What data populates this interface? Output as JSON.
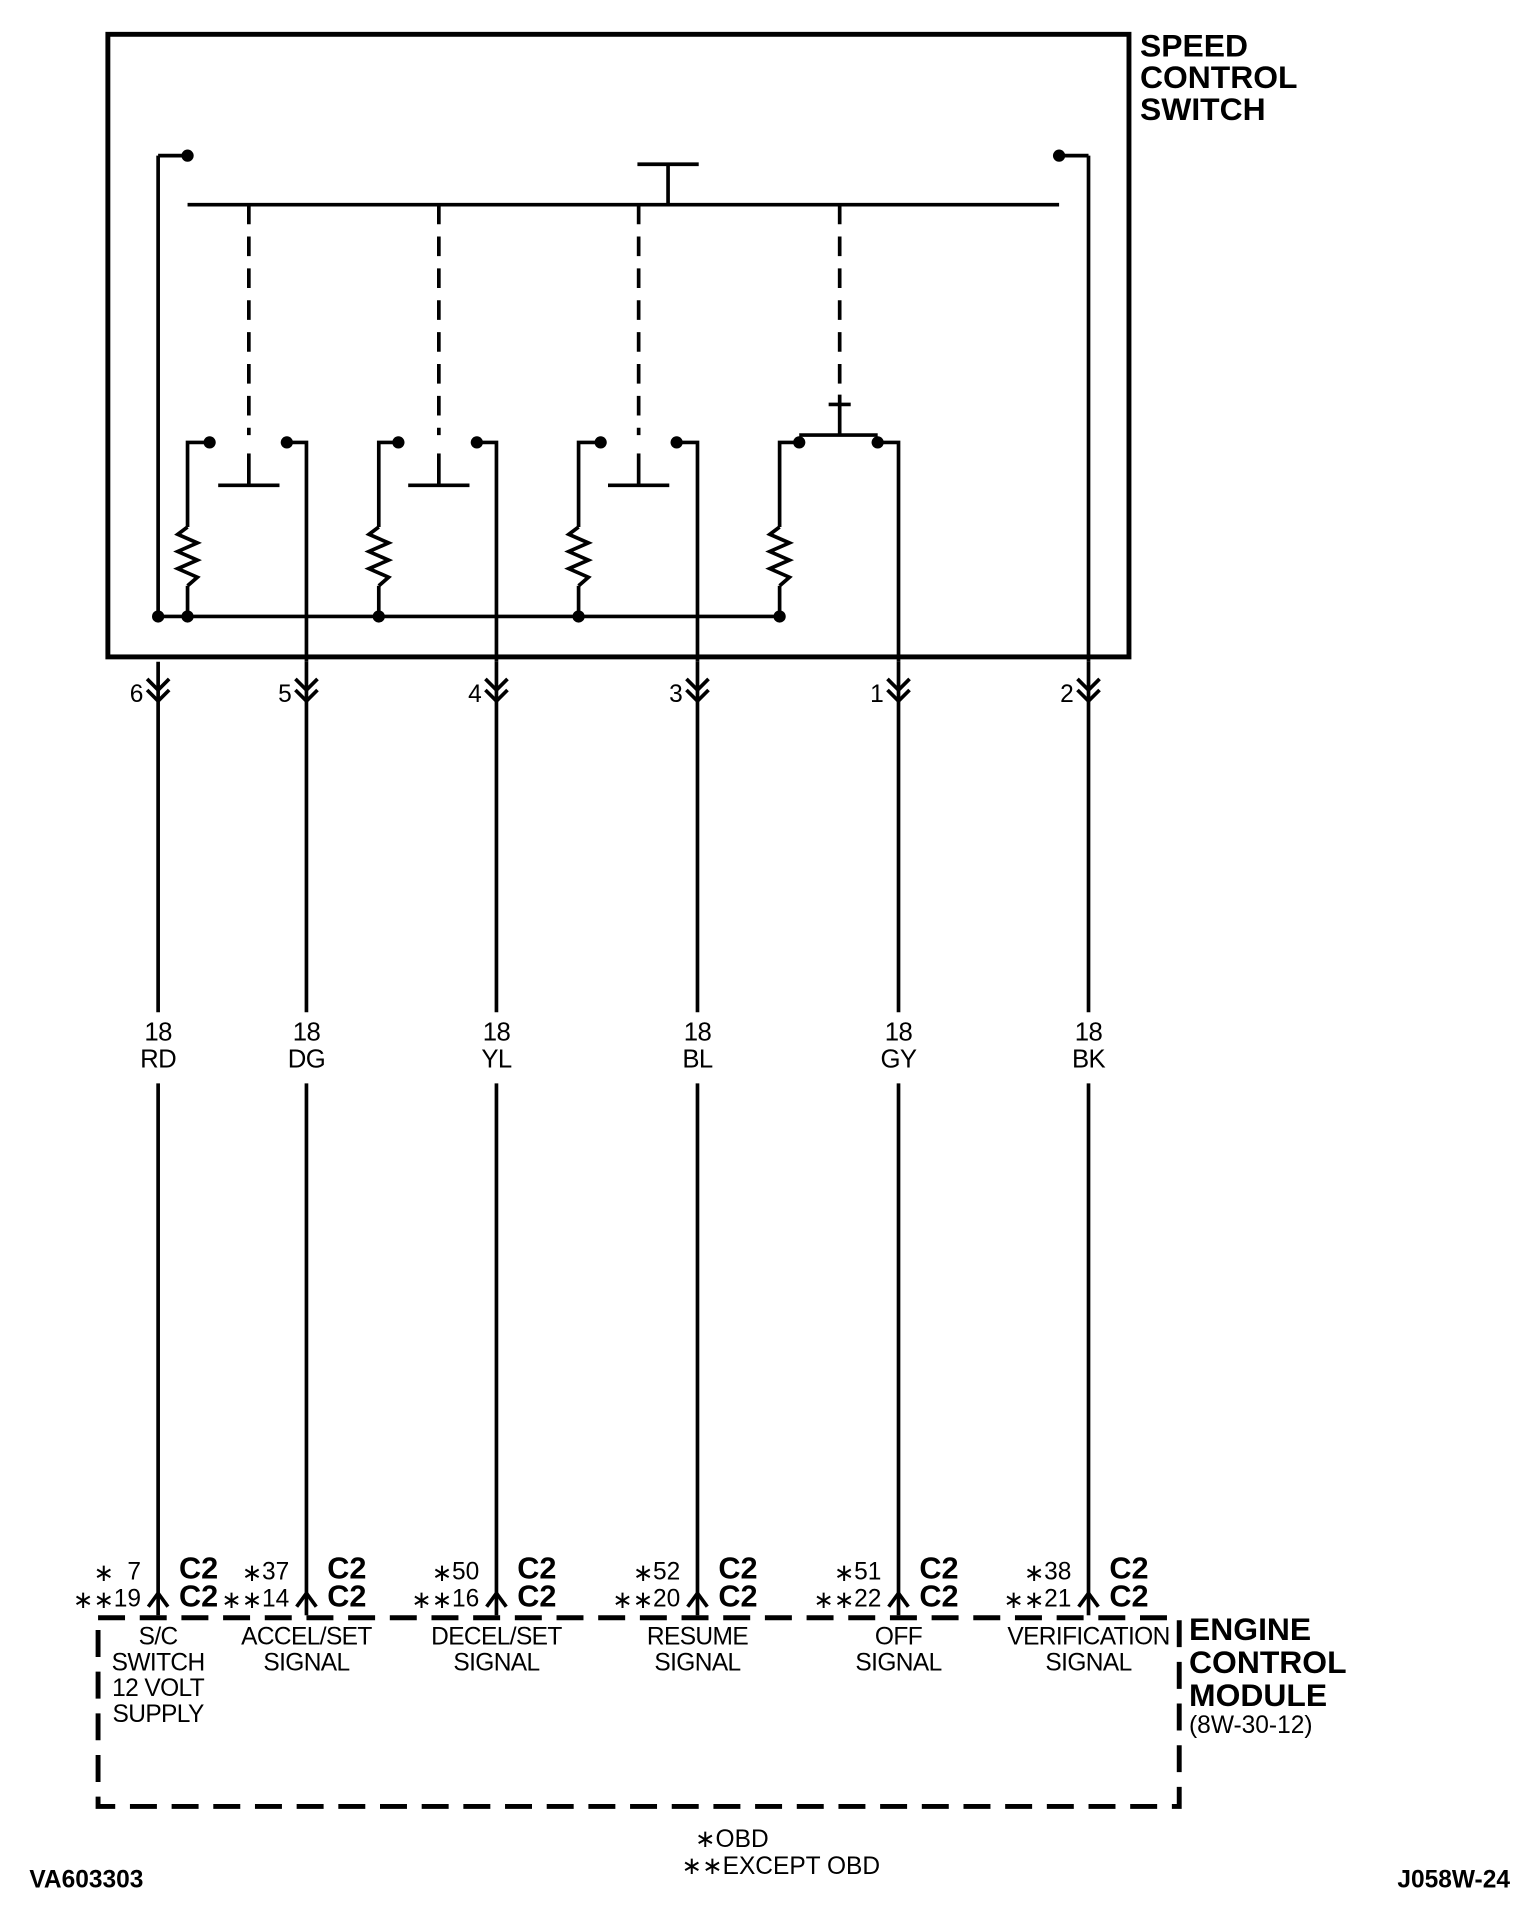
{
  "speed_control_switch": {
    "title_lines": [
      "SPEED",
      "CONTROL",
      "SWITCH"
    ]
  },
  "engine_control_module": {
    "title_lines": [
      "ENGINE",
      "CONTROL",
      "MODULE"
    ],
    "reference": "(8W-30-12)"
  },
  "circuits": [
    {
      "switch_pin": "6",
      "gauge": "18",
      "color": "RD",
      "obd_pin": "7",
      "except_obd_pin": "19",
      "connector_obd": "C2",
      "connector_except_obd": "C2",
      "signal_lines": [
        "S/C",
        "SWITCH",
        "12 VOLT",
        "SUPPLY"
      ]
    },
    {
      "switch_pin": "5",
      "gauge": "18",
      "color": "DG",
      "obd_pin": "37",
      "except_obd_pin": "14",
      "connector_obd": "C2",
      "connector_except_obd": "C2",
      "signal_lines": [
        "ACCEL/SET",
        "SIGNAL"
      ]
    },
    {
      "switch_pin": "4",
      "gauge": "18",
      "color": "YL",
      "obd_pin": "50",
      "except_obd_pin": "16",
      "connector_obd": "C2",
      "connector_except_obd": "C2",
      "signal_lines": [
        "DECEL/SET",
        "SIGNAL"
      ]
    },
    {
      "switch_pin": "3",
      "gauge": "18",
      "color": "BL",
      "obd_pin": "52",
      "except_obd_pin": "20",
      "connector_obd": "C2",
      "connector_except_obd": "C2",
      "signal_lines": [
        "RESUME",
        "SIGNAL"
      ]
    },
    {
      "switch_pin": "1",
      "gauge": "18",
      "color": "GY",
      "obd_pin": "51",
      "except_obd_pin": "22",
      "connector_obd": "C2",
      "connector_except_obd": "C2",
      "signal_lines": [
        "OFF",
        "SIGNAL"
      ]
    },
    {
      "switch_pin": "2",
      "gauge": "18",
      "color": "BK",
      "obd_pin": "38",
      "except_obd_pin": "21",
      "connector_obd": "C2",
      "connector_except_obd": "C2",
      "signal_lines": [
        "VERIFICATION",
        "SIGNAL"
      ]
    }
  ],
  "legend": {
    "obd": "∗OBD",
    "except_obd": "∗∗EXCEPT OBD",
    "single_star": "∗",
    "double_star": "∗∗"
  },
  "footer": {
    "left_code": "VA603303",
    "right_code": "J058W-24"
  }
}
